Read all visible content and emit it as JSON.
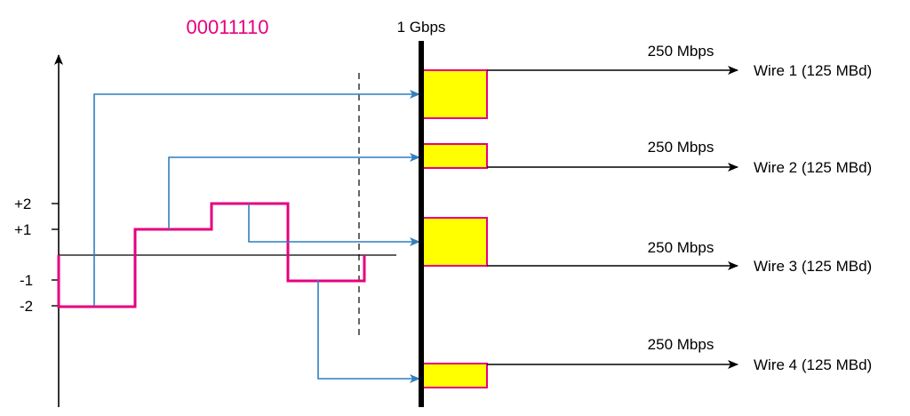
{
  "colors": {
    "signal": "#e6007e",
    "arrow": "#2f7fbf",
    "block_fill": "#ffff00",
    "block_stroke": "#e6007e",
    "ink": "#000000"
  },
  "code_word": "00011110",
  "bus_label": "1 Gbps",
  "levels": {
    "plus2": "+2",
    "plus1": "+1",
    "minus1": "-1",
    "minus2": "-2"
  },
  "signal_levels": [
    -2,
    1,
    2,
    -1
  ],
  "outputs": [
    {
      "rate": "250 Mbps",
      "wire": "Wire 1 (125 MBd)"
    },
    {
      "rate": "250 Mbps",
      "wire": "Wire 2 (125 MBd)"
    },
    {
      "rate": "250 Mbps",
      "wire": "Wire 3 (125 MBd)"
    },
    {
      "rate": "250 Mbps",
      "wire": "Wire 4 (125 MBd)"
    }
  ]
}
